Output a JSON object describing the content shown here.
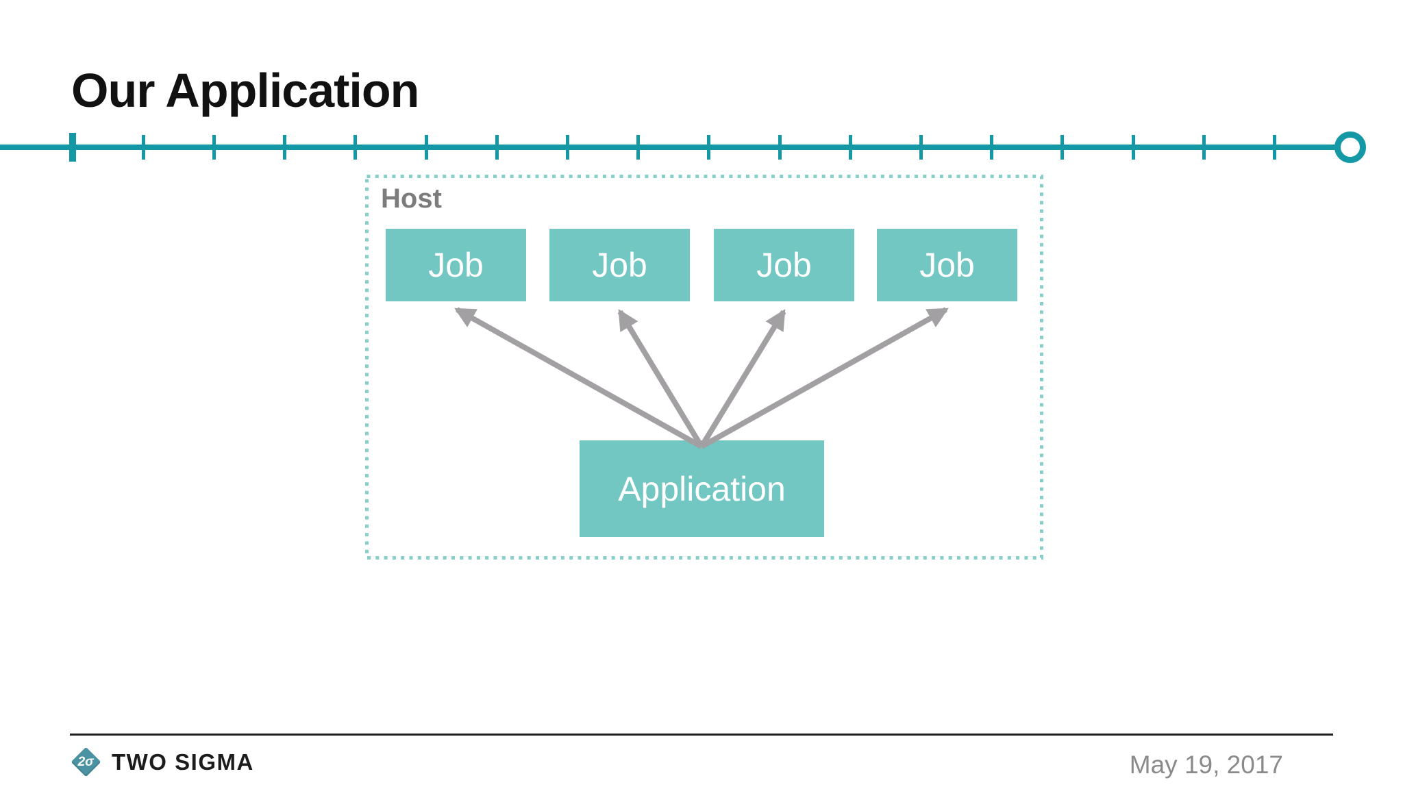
{
  "slide": {
    "title": "Our Application"
  },
  "timeline": {
    "tick_count": 18
  },
  "diagram": {
    "host_label": "Host",
    "jobs": [
      {
        "label": "Job"
      },
      {
        "label": "Job"
      },
      {
        "label": "Job"
      },
      {
        "label": "Job"
      }
    ],
    "application_label": "Application"
  },
  "footer": {
    "brand": "TWO SIGMA",
    "logo_glyph": "2σ",
    "date": "May 19, 2017"
  },
  "colors": {
    "accent-teal": "#1598a6",
    "box-teal": "#73c7c2",
    "dotted-border": "#87cfc9",
    "arrow-gray": "#a3a0a3",
    "host-label": "#7c7c7c",
    "date-gray": "#8a8a8a",
    "footer-line": "#1f1f1f",
    "logo-teal": "#4b93a2",
    "title-black": "#111111"
  }
}
